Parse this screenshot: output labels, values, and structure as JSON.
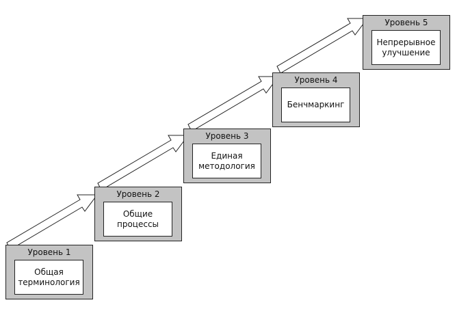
{
  "levels": [
    {
      "title": "Уровень 1",
      "text": "Общая\nтерминология"
    },
    {
      "title": "Уровень 2",
      "text": "Общие\nпроцессы"
    },
    {
      "title": "Уровень 3",
      "text": "Единая\nметодология"
    },
    {
      "title": "Уровень 4",
      "text": "Бенчмаркинг"
    },
    {
      "title": "Уровень 5",
      "text": "Непрерывное\nулучшение"
    }
  ],
  "colors": {
    "step_fill": "#c3c3c3",
    "box_fill": "#ffffff",
    "stroke": "#222222"
  }
}
